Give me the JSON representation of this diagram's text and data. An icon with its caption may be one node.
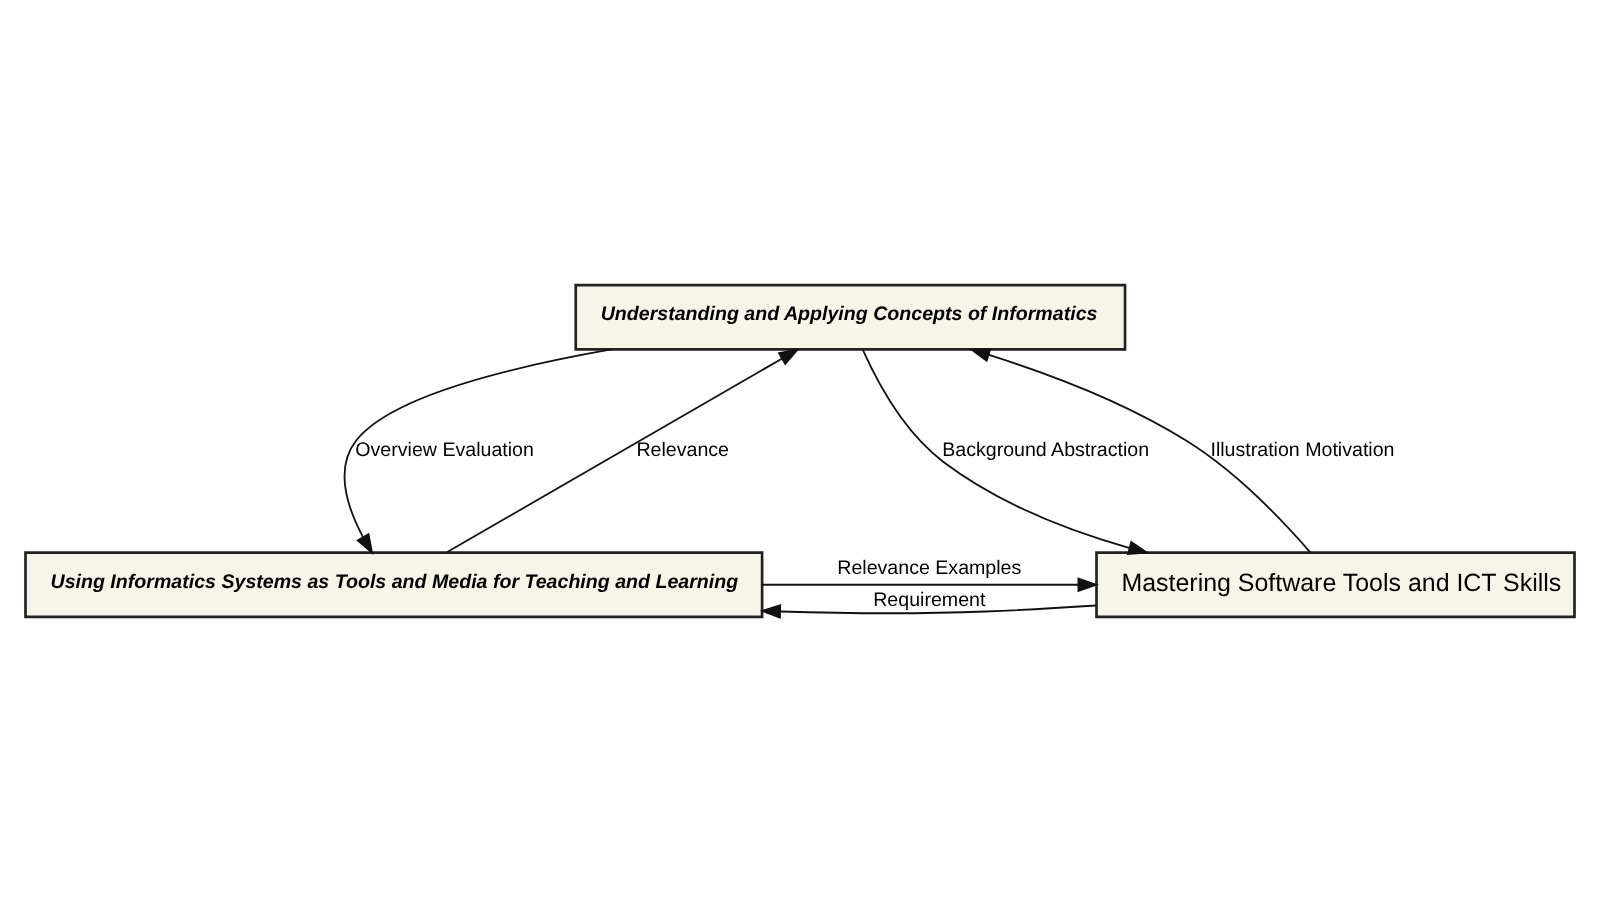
{
  "diagram": {
    "nodes": [
      {
        "text": [
          "Understanding and Applying Concepts of Informatics"
        ]
      },
      {
        "text": [
          "Using Informatics Systems as Tools and Media for Teaching and Learning"
        ]
      },
      {
        "text": [
          "Mastering Software Tools and ICT Skills"
        ]
      }
    ],
    "edges": [
      {
        "from": 0,
        "to": 1,
        "arrow": "to",
        "label": "Overview Evaluation"
      },
      {
        "from": 1,
        "to": 0,
        "arrow": "to",
        "label": "Relevance"
      },
      {
        "from": 2,
        "to": 0,
        "arrow": "to",
        "label": "Illustration Motivation"
      },
      {
        "from": 0,
        "to": 2,
        "arrow": "to",
        "label": "Background Abstraction"
      },
      {
        "from": 1,
        "to": 2,
        "arrow": "to",
        "label": "Relevance Examples"
      },
      {
        "from": 2,
        "to": 1,
        "arrow": "to",
        "label": "Requirement"
      }
    ]
  }
}
